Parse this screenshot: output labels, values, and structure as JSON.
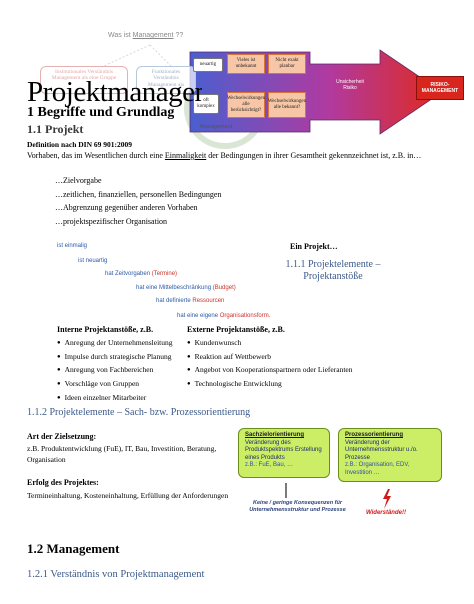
{
  "diagram": {
    "question": "Was ist ",
    "question_link": "Management",
    "question_suffix": " ??",
    "faded_left": "Institutionales Verständnis Management als eine Gruppe",
    "faded_mid": "Funktionales Verständnis Management als",
    "cycle_label": "Management",
    "box_neuartig": "neuartig",
    "box_oft_komplex": "oft komplex",
    "box_vieles_unbekannt": "Vieles ist unbekannt",
    "box_nicht_exakt": "Nicht exakt planbar",
    "box_wechselw1": "Wechselwirkungen alle berücksichtigt?",
    "box_wechselw2": "Wechselwirkungen alle bekannt?",
    "unsicher": "Unsicherheit Risiko",
    "risk": "RISIKO-MANAGEMENT"
  },
  "doc": {
    "title": "Projektmanagement",
    "h1": "1 Begriffe und Grundlagen",
    "h11": "1.1 Projekt",
    "definition": "Definition nach DIN 69 901:2009",
    "para_start": "Vorhaben, das im Wesentlichen durch eine ",
    "para_link": "Einmaligkeit",
    "para_end": " der Bedingungen in ihrer Gesamtheit gekennzeichnet ist, z.B. in…",
    "list": [
      "…Zielvorgabe",
      "…zeitlichen, finanziellen, personellen Bedingungen",
      "…Abgrenzung gegenüber anderen Vorhaben",
      "…projektspezifischer Organisation"
    ],
    "stair": [
      {
        "blue": "ist einmalig",
        "red": ""
      },
      {
        "blue": "ist neuartig",
        "red": ""
      },
      {
        "blue": "hat Zeitvorgaben ",
        "red": "(Termine)"
      },
      {
        "blue": "hat eine Mittelbeschränkung ",
        "red": "(Budget)"
      },
      {
        "blue": "hat definierte ",
        "red": "Ressourcen"
      },
      {
        "blue": "hat eine eigene ",
        "red": "Organisationsform."
      }
    ],
    "ein_projekt": "Ein Projekt…",
    "projel_title": "1.1.1 Projektelemente – Projektanstöße",
    "intern_h": "Interne Projektanstöße, z.B.",
    "intern": [
      "Anregung der Unternehmensleitung",
      "Impulse durch strategische Planung",
      "Anregung von Fachbereichen",
      "Vorschläge von Gruppen",
      "Ideen einzelner Mitarbeiter"
    ],
    "extern_h": "Externe Projektanstöße, z.B.",
    "extern": [
      "Kundenwunsch",
      "Reaktion auf Wettbewerb",
      "Angebot von Kooperationspartnern oder Lieferanten",
      "Technologische Entwicklung"
    ],
    "h112": "1.1.2 Projektelemente – Sach- bzw. Prozessorientierung",
    "art_h": "Art der Zielsetzung:",
    "art_t": "z.B. Produktentwicklung (FuE), IT, Bau, Investition, Beratung, Organisation",
    "erf_h": "Erfolg des Projektes:",
    "erf_t": "Termineinhaltung, Kosteneinhaltung, Erfüllung der Anforderungen",
    "sach_t": "Sachzielorientierung",
    "sach_d": "Veränderung des Produktspektrums Erstellung eines Produkts",
    "sach_n": "z.B.: FuE, Bau, …",
    "proz_t": "Prozessorientierung",
    "proz_d": "Veränderung der Unternehmensstruktur u./o. Prozesse",
    "proz_n": "z.B.: Organisation, EDV, Investition …",
    "keine": "Keine / geringe Konsequenzen für Unternehmensstruktur und Prozesse",
    "wider": "Widerstände!!",
    "h12": "1.2 Management",
    "h121": "1.2.1 Verständnis von Projektmanagement"
  },
  "colors": {
    "heading_blue": "#3b5a8a",
    "stair_blue": "#2d59a8",
    "stair_red": "#c8332b",
    "green_box": "#ccee66",
    "risk_red": "#d8251d"
  }
}
